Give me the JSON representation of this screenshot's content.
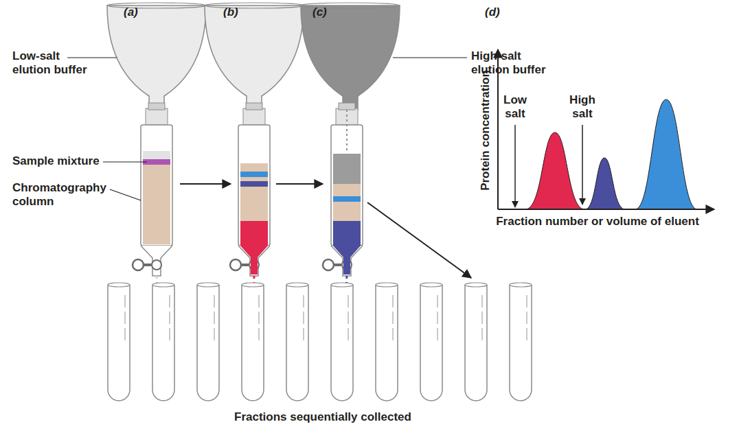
{
  "diagram": {
    "labels": [
      "(a)",
      "(b)",
      "(c)",
      "(d)",
      "Low-salt elution buffer",
      "Sample mixture",
      "Chromatography column",
      "High-salt elution buffer",
      "Low salt",
      "High salt",
      "Protein concentration",
      "Fraction number or volume of eluent",
      "Fractions sequentially collected"
    ]
  }
}
